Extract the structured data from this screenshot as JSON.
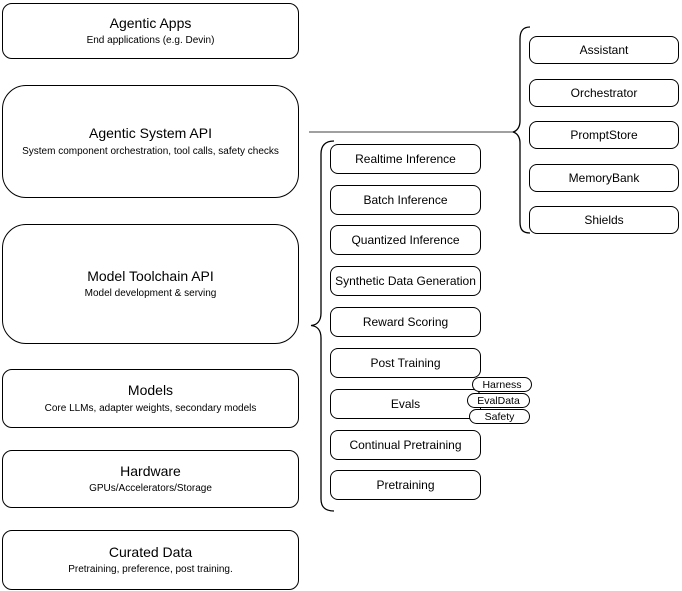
{
  "left_column": {
    "boxes": [
      {
        "title": "Agentic Apps",
        "subtitle": "End applications (e.g. Devin)"
      },
      {
        "title": "Agentic System API",
        "subtitle": "System component orchestration, tool calls, safety checks"
      },
      {
        "title": "Model Toolchain API",
        "subtitle": "Model development & serving"
      },
      {
        "title": "Models",
        "subtitle": "Core LLMs, adapter weights, secondary models"
      },
      {
        "title": "Hardware",
        "subtitle": "GPUs/Accelerators/Storage"
      },
      {
        "title": "Curated Data",
        "subtitle": "Pretraining, preference, post training."
      }
    ]
  },
  "toolchain_stack": {
    "boxes": [
      "Realtime Inference",
      "Batch Inference",
      "Quantized Inference",
      "Synthetic Data Generation",
      "Reward Scoring",
      "Post Training",
      "Evals",
      "Continual Pretraining",
      "Pretraining"
    ],
    "evals_tags": [
      "Harness",
      "EvalData",
      "Safety"
    ]
  },
  "system_components": {
    "boxes": [
      "Assistant",
      "Orchestrator",
      "PromptStore",
      "MemoryBank",
      "Shields"
    ]
  },
  "colors": {
    "box_border": "#000000",
    "box_fill": "#ffffff",
    "text": "#000000",
    "connector_line": "#808080"
  }
}
